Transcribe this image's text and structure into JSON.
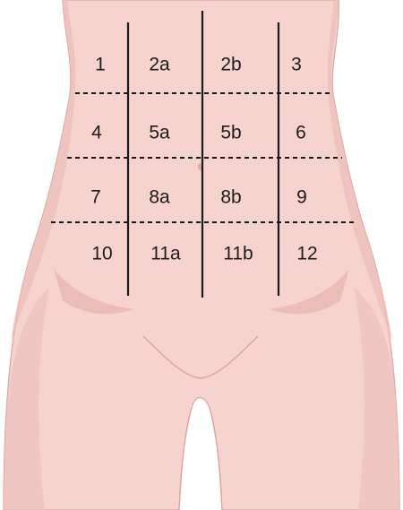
{
  "diagram": {
    "colors": {
      "skin": "#f6d3cf",
      "skin_shadow": "#e8b5b0",
      "outline": "#d8a6a0",
      "line": "#1a1a1a"
    },
    "rows": [
      [
        "1",
        "2a",
        "2b",
        "3"
      ],
      [
        "4",
        "5a",
        "5b",
        "6"
      ],
      [
        "7",
        "8a",
        "8b",
        "9"
      ],
      [
        "10",
        "11a",
        "11b",
        "12"
      ]
    ]
  }
}
